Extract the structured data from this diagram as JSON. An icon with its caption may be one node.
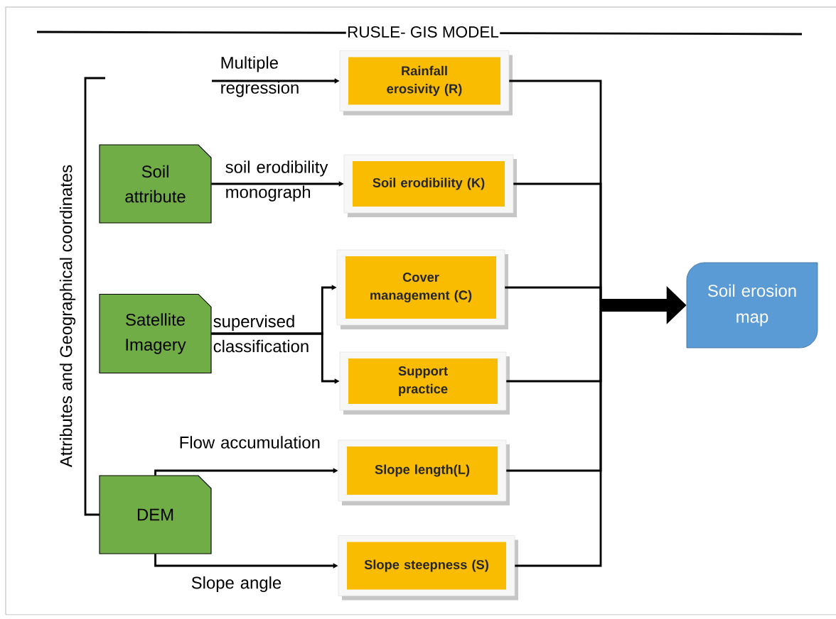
{
  "diagram": {
    "title": "RUSLE- GIS MODEL",
    "nodes": [
      {
        "text": [
          "Soil attribute"
        ]
      },
      {
        "text": [
          "Satellite Imagery"
        ]
      },
      {
        "text": [
          "DEM"
        ]
      },
      {
        "text": [
          "Rainfall erosivity (R)"
        ]
      },
      {
        "text": [
          "Soil erodibility (K)"
        ]
      },
      {
        "text": [
          "Cover management (C)"
        ]
      },
      {
        "text": [
          "Support practice"
        ]
      },
      {
        "text": [
          "Slope length(L)"
        ]
      },
      {
        "text": [
          "Slope steepness (S)"
        ]
      },
      {
        "text": [
          "Soil erosion map"
        ]
      }
    ],
    "edges": [
      {
        "from": null,
        "to": 3,
        "arrow": "to",
        "label": "Multiple regression"
      },
      {
        "from": 0,
        "to": 4,
        "arrow": "to",
        "label": "soil erodibility monograph"
      },
      {
        "from": 1,
        "to": 5,
        "arrow": "to",
        "label": "supervised classification"
      },
      {
        "from": 1,
        "to": 6,
        "arrow": "to"
      },
      {
        "from": 2,
        "to": 7,
        "arrow": "to",
        "label": "Flow accumulation"
      },
      {
        "from": 2,
        "to": 8,
        "arrow": "to",
        "label": "Slope angle"
      },
      {
        "from": 3,
        "to": 9,
        "arrow": "to"
      },
      {
        "from": 4,
        "to": 9,
        "arrow": "to"
      },
      {
        "from": 5,
        "to": 9,
        "arrow": "to"
      },
      {
        "from": 6,
        "to": 9,
        "arrow": "to"
      },
      {
        "from": 7,
        "to": 9,
        "arrow": "to"
      },
      {
        "from": 8,
        "to": 9,
        "arrow": "to"
      }
    ],
    "labels": [
      "Attributes and Geographical coordinates"
    ]
  }
}
